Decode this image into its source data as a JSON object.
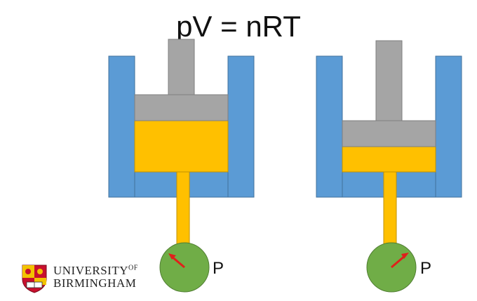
{
  "equation": "pV = nRT",
  "gauges": [
    {
      "label": "P"
    },
    {
      "label": "P"
    }
  ],
  "logo": {
    "line1": "UNIVERSITY",
    "of": "OF",
    "line2": "BIRMINGHAM"
  },
  "colors": {
    "container": "#5b9bd5",
    "piston": "#a5a5a5",
    "gas": "#ffc000",
    "gauge": "#70ad47",
    "needle": "#e0201b"
  }
}
